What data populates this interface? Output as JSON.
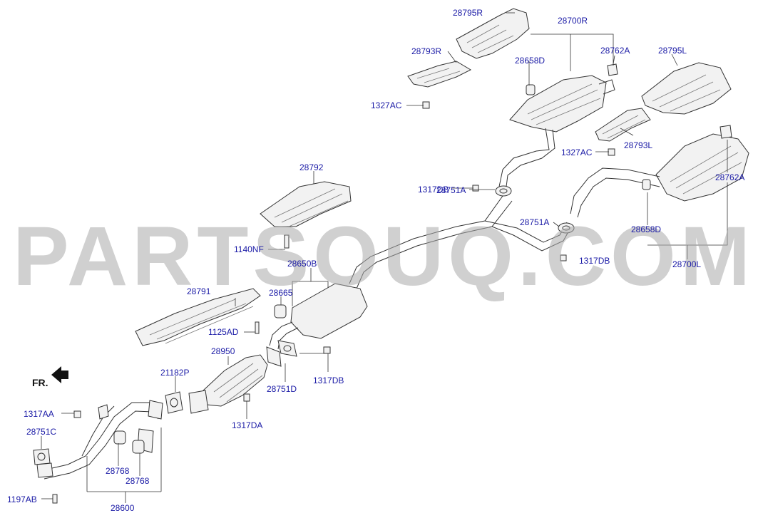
{
  "watermark": "PARTSOUQ.COM",
  "direction": {
    "label": "FR."
  },
  "labels": {
    "l28795R": "28795R",
    "l28700R": "28700R",
    "l28793R": "28793R",
    "l28658D_top": "28658D",
    "l28762A_top": "28762A",
    "l28795L": "28795L",
    "l1327AC_top": "1327AC",
    "l1327AC_mid": "1327AC",
    "l28793L": "28793L",
    "l28792": "28792",
    "l28751A_1": "28751A",
    "l1317DB_1": "1317DB",
    "l28762A_right": "28762A",
    "l28751A_2": "28751A",
    "l28658D_right": "28658D",
    "l1140NF": "1140NF",
    "l28650B": "28650B",
    "l1317DB_2": "1317DB",
    "l28700L": "28700L",
    "l28665": "28665",
    "l28791": "28791",
    "l1125AD": "1125AD",
    "l28950": "28950",
    "l21182P": "21182P",
    "l28751D": "28751D",
    "l1317DB_3": "1317DB",
    "l1317AA": "1317AA",
    "l1317DA": "1317DA",
    "l28751C": "28751C",
    "l28768_1": "28768",
    "l28768_2": "28768",
    "l1197AB": "1197AB",
    "l28600": "28600"
  }
}
